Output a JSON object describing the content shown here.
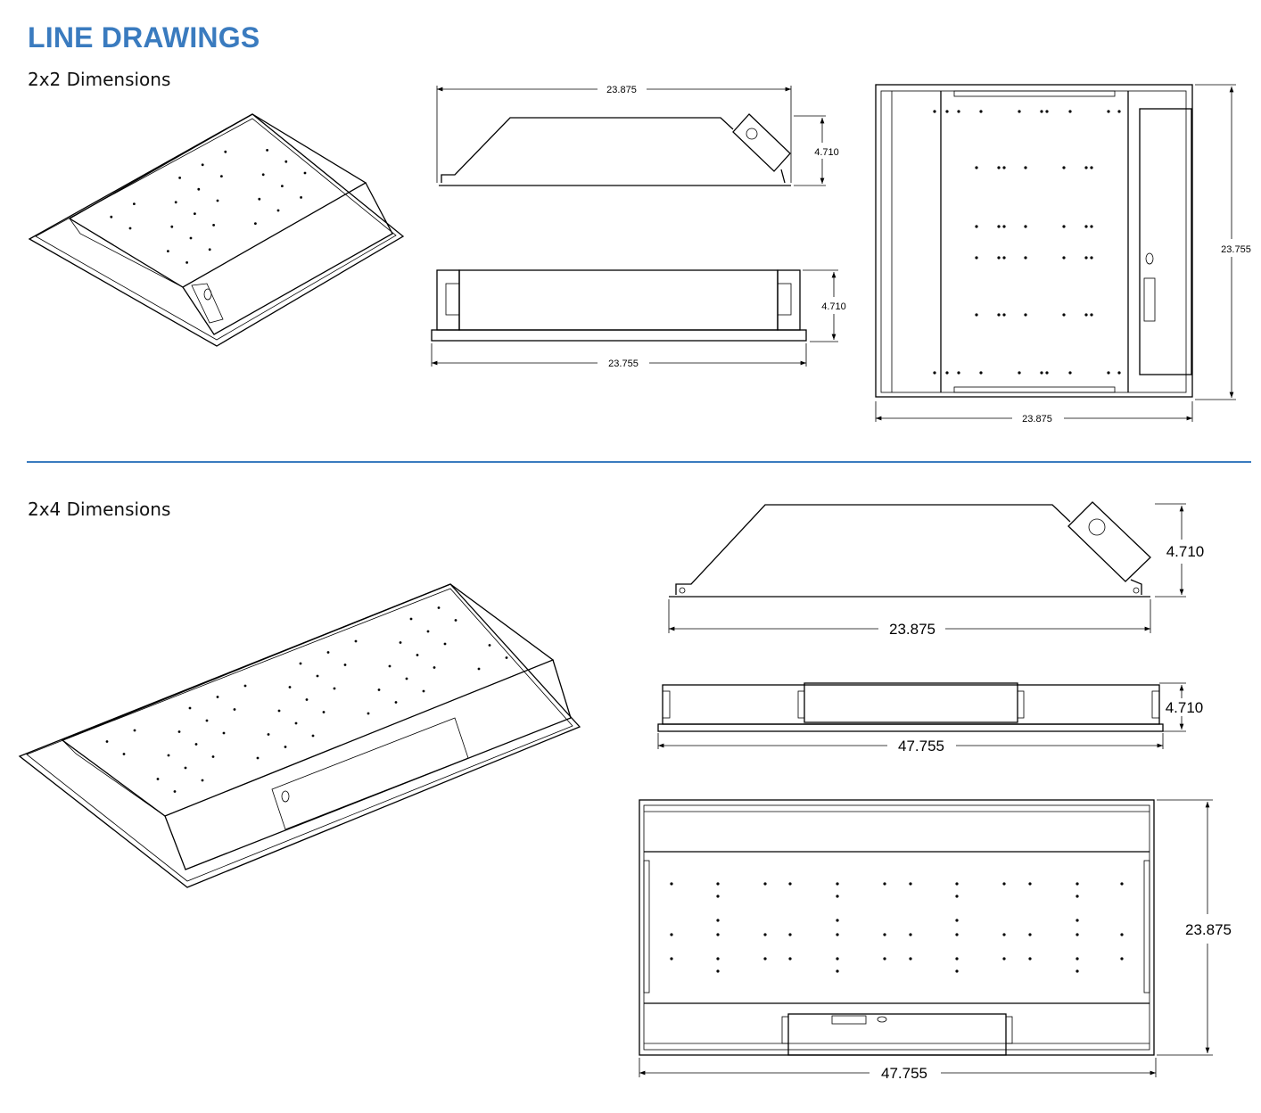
{
  "header": {
    "title": "LINE DRAWINGS",
    "accent_color": "#3a7bbf"
  },
  "sections": [
    {
      "label": "2x2 Dimensions",
      "side_view": {
        "width": "23.875",
        "height": "4.710"
      },
      "front_view": {
        "width": "23.755",
        "height": "4.710"
      },
      "plan_view": {
        "width": "23.875",
        "depth": "23.755"
      }
    },
    {
      "label": "2x4 Dimensions",
      "side_view": {
        "width": "23.875",
        "height": "4.710"
      },
      "front_view": {
        "width": "47.755",
        "height": "4.710"
      },
      "plan_view": {
        "width": "47.755",
        "depth": "23.875"
      }
    }
  ]
}
